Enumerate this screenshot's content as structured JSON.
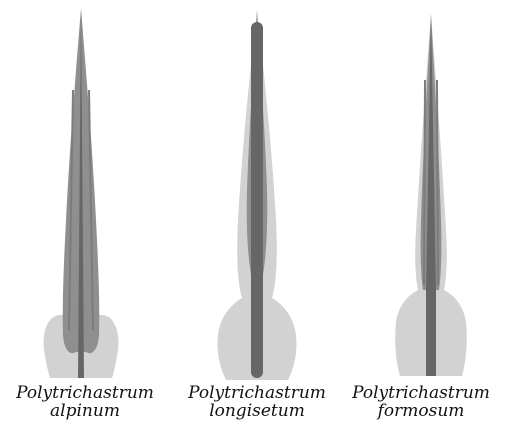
{
  "figure": {
    "colors": {
      "sheath": "#d2d2d2",
      "lamina": "#8f8f8f",
      "costa": "#666666",
      "background": "#ffffff"
    },
    "specimens": [
      {
        "genus": "Polytrichastrum",
        "epithet": "alpinum"
      },
      {
        "genus": "Polytrichastrum",
        "epithet": "longisetum"
      },
      {
        "genus": "Polytrichastrum",
        "epithet": "formosum"
      }
    ]
  }
}
